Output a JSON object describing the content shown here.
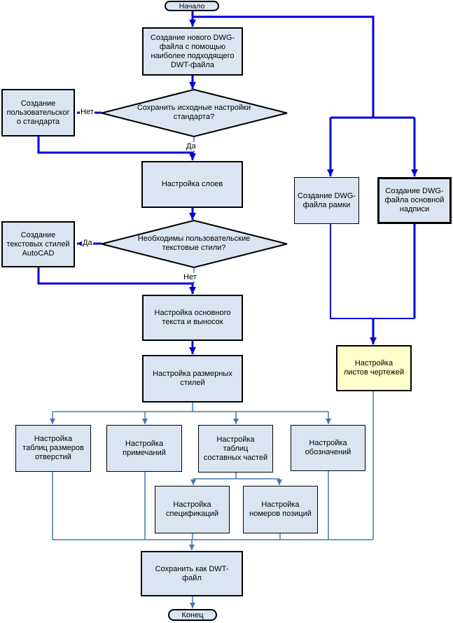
{
  "diagram": {
    "colors": {
      "flow_primary": "#0000dd",
      "flow_secondary": "#4576b5",
      "node_fill": "#dbe5f1",
      "highlight_fill": "#ffffcc",
      "node_border": "#000000"
    },
    "nodes": {
      "start": "Начало",
      "create_dwg": "Создание нового DWG-\nфайла с помощью\nнаиболее подходящего\nDWT-файла",
      "decision_keep_standard": "Сохранить исходные настройки\nстандарта?",
      "custom_standard": "Создание\nпользовательског\nо стандарта",
      "layers": "Настройка слоев",
      "decision_text_styles": "Необходимы пользовательские\nтекстовые стили?",
      "text_styles": "Создание\nтекстовых стилей\nAutoCAD",
      "main_text": "Настройка основного\nтекста и выносок",
      "dim_styles": "Настройка размерных\nстилей",
      "hole_tables": "Настройка\nтаблиц размеров\nотверстий",
      "notes": "Настройка\nпримечаний",
      "parts_tables": "Настройка\nтаблиц\nсоставных частей",
      "symbols": "Настройка\nобозначений",
      "specs": "Настройка\nспецификаций",
      "item_numbers": "Настройка\nномеров позиций",
      "save_dwt": "Сохранить как DWT-\nфайл",
      "end": "Конец",
      "frame_file": "Создание DWG-\nфайла рамки",
      "title_block_file": "Создание DWG-\nфайла основной\nнадписи",
      "sheets": "Настройка\nлистов чертежей"
    },
    "edge_labels": {
      "keep_standard_no": "Нет",
      "keep_standard_yes": "Да",
      "text_styles_yes": "Да",
      "text_styles_no": "Нет"
    }
  }
}
